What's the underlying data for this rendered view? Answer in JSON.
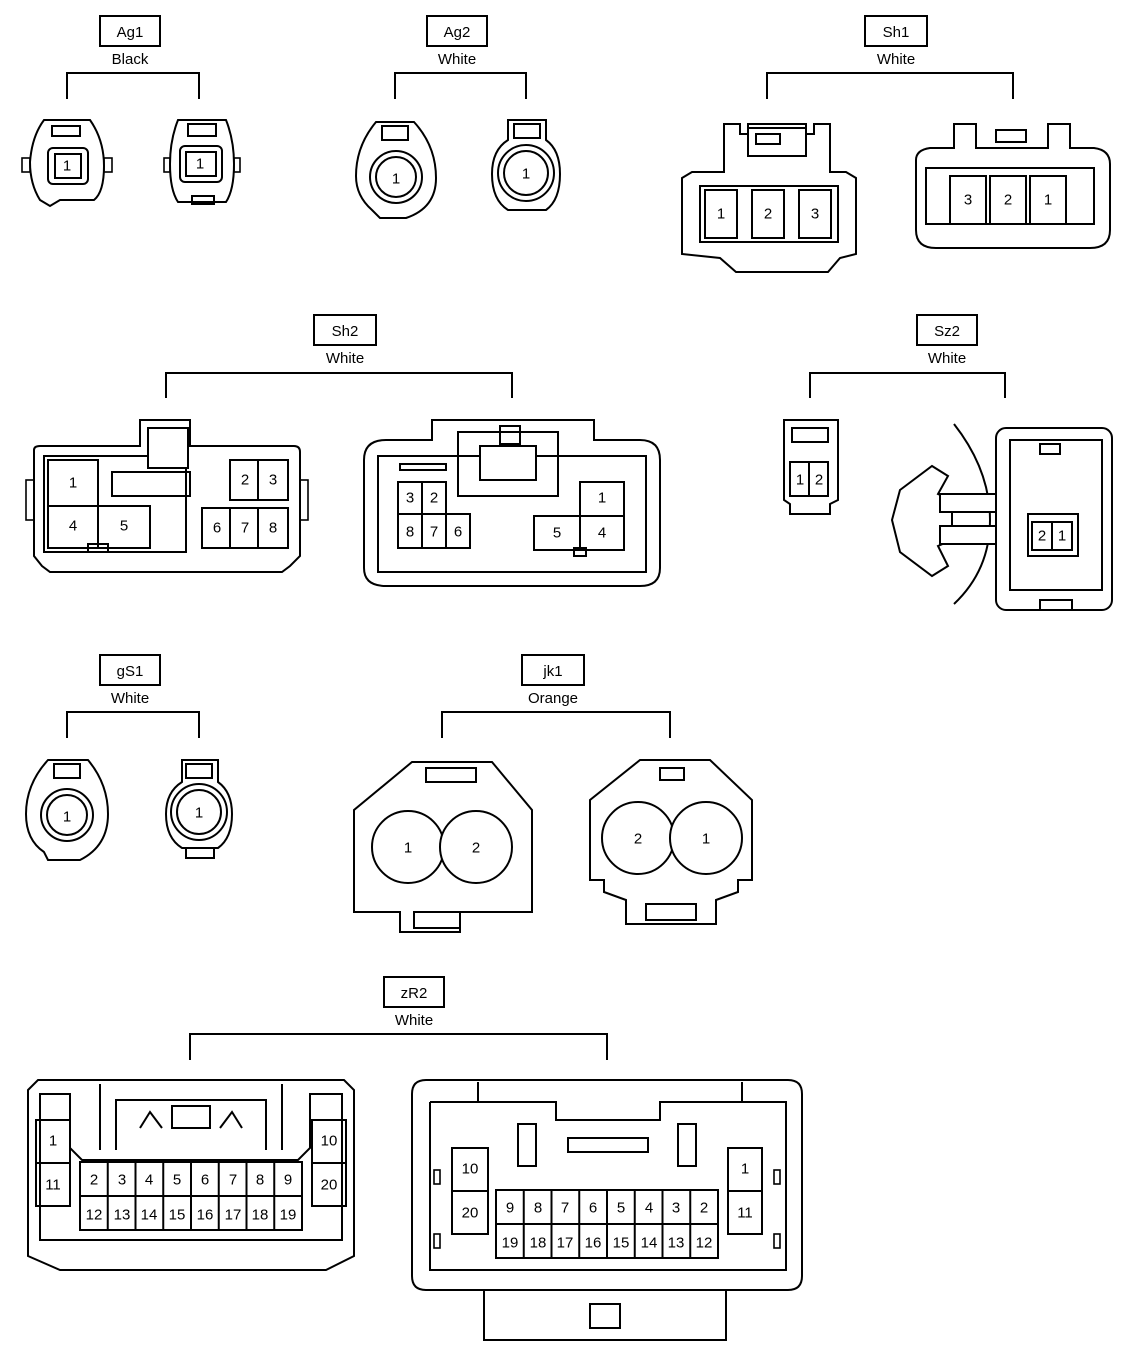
{
  "connectors": [
    {
      "id": "Ag1",
      "color": "Black",
      "pins": {
        "left": [
          "1"
        ],
        "right": [
          "1"
        ]
      }
    },
    {
      "id": "Ag2",
      "color": "White",
      "pins": {
        "left": [
          "1"
        ],
        "right": [
          "1"
        ]
      }
    },
    {
      "id": "Sh1",
      "color": "White",
      "pins": {
        "left": [
          "1",
          "2",
          "3"
        ],
        "right": [
          "3",
          "2",
          "1"
        ]
      }
    },
    {
      "id": "Sh2",
      "color": "White",
      "pins": {
        "left": [
          "1",
          "2",
          "3",
          "4",
          "5",
          "6",
          "7",
          "8"
        ],
        "right": [
          "3",
          "2",
          "1",
          "8",
          "7",
          "6",
          "5",
          "4"
        ]
      }
    },
    {
      "id": "Sz2",
      "color": "White",
      "pins": {
        "left": [
          "1",
          "2"
        ],
        "right": [
          "2",
          "1"
        ]
      }
    },
    {
      "id": "gS1",
      "color": "White",
      "pins": {
        "left": [
          "1"
        ],
        "right": [
          "1"
        ]
      }
    },
    {
      "id": "jk1",
      "color": "Orange",
      "pins": {
        "left": [
          "1",
          "2"
        ],
        "right": [
          "2",
          "1"
        ]
      }
    },
    {
      "id": "zR2",
      "color": "White",
      "pins": {
        "left": [
          "1",
          "11",
          "2",
          "3",
          "4",
          "5",
          "6",
          "7",
          "8",
          "9",
          "12",
          "13",
          "14",
          "15",
          "16",
          "17",
          "18",
          "19",
          "10",
          "20"
        ],
        "right": [
          "10",
          "20",
          "9",
          "8",
          "7",
          "6",
          "5",
          "4",
          "3",
          "2",
          "19",
          "18",
          "17",
          "16",
          "15",
          "14",
          "13",
          "12",
          "1",
          "11"
        ]
      }
    }
  ]
}
